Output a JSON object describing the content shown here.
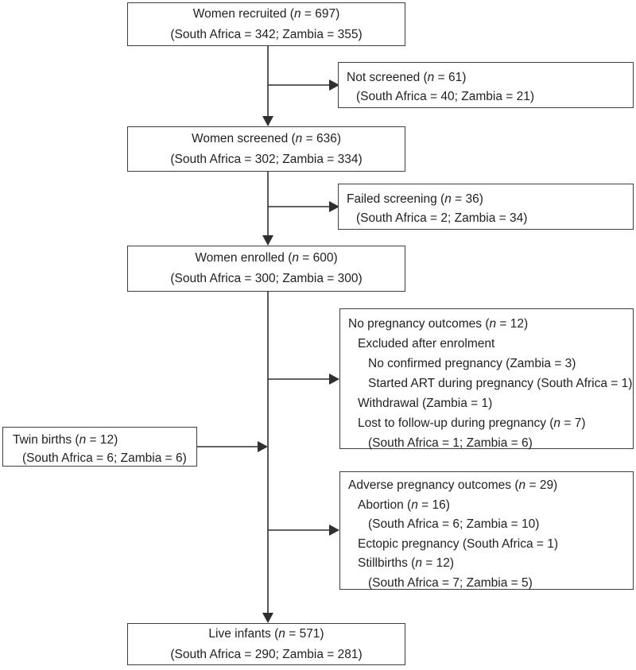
{
  "figure": {
    "kind": "study-flow-diagram",
    "background_color": "#ffffff",
    "line_color": "#2f2f2f",
    "text_color": "#222222"
  },
  "boxes": {
    "recruited": {
      "lines": [
        {
          "pre": "Women recruited (",
          "it": "n",
          "post": " = 697)"
        },
        {
          "pre": "(South Africa = 342; Zambia = 355)"
        }
      ]
    },
    "not_screened": {
      "lines": [
        {
          "pre": "Not screened (",
          "it": "n",
          "post": " = 61)"
        },
        {
          "pre": "(South Africa = 40; Zambia = 21)"
        }
      ]
    },
    "screened": {
      "lines": [
        {
          "pre": "Women screened (",
          "it": "n",
          "post": " = 636)"
        },
        {
          "pre": "(South Africa = 302; Zambia = 334)"
        }
      ]
    },
    "failed_screening": {
      "lines": [
        {
          "pre": "Failed screening (",
          "it": "n",
          "post": " = 36)"
        },
        {
          "pre": "(South Africa = 2; Zambia = 34)"
        }
      ]
    },
    "enrolled": {
      "lines": [
        {
          "pre": "Women enrolled (",
          "it": "n",
          "post": " = 600)"
        },
        {
          "pre": "(South Africa = 300; Zambia = 300)"
        }
      ]
    },
    "no_pregnancy_outcomes": {
      "lines": [
        {
          "pre": "No pregnancy outcomes (",
          "it": "n",
          "post": " = 12)"
        },
        {
          "pre": "Excluded after enrolment"
        },
        {
          "pre": "No confirmed pregnancy (Zambia = 3)"
        },
        {
          "pre": "Started ART during pregnancy (South Africa = 1)"
        },
        {
          "pre": "Withdrawal (Zambia = 1)"
        },
        {
          "pre": "Lost to follow-up during pregnancy (",
          "it": "n",
          "post": " = 7)"
        },
        {
          "pre": "(South Africa = 1; Zambia = 6)"
        }
      ]
    },
    "twin_births": {
      "lines": [
        {
          "pre": "Twin births (",
          "it": "n",
          "post": " = 12)"
        },
        {
          "pre": "(South Africa = 6; Zambia = 6)"
        }
      ]
    },
    "adverse_outcomes": {
      "lines": [
        {
          "pre": "Adverse pregnancy outcomes (",
          "it": "n",
          "post": " = 29)"
        },
        {
          "pre": "Abortion (",
          "it": "n",
          "post": " = 16)"
        },
        {
          "pre": "(South Africa = 6; Zambia = 10)"
        },
        {
          "pre": "Ectopic pregnancy (South Africa = 1)"
        },
        {
          "pre": "Stillbirths (",
          "it": "n",
          "post": " = 12)"
        },
        {
          "pre": "(South Africa = 7; Zambia = 5)"
        }
      ]
    },
    "live_infants": {
      "lines": [
        {
          "pre": "Live infants (",
          "it": "n",
          "post": " = 571)"
        },
        {
          "pre": "(South Africa = 290; Zambia = 281)"
        }
      ]
    }
  }
}
